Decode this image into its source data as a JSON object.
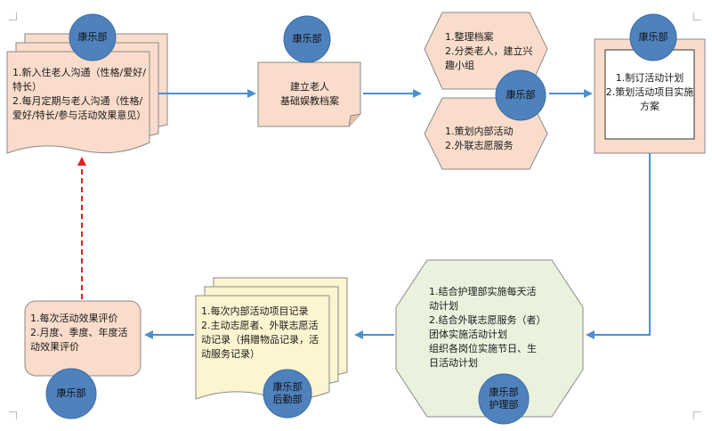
{
  "colors": {
    "peach_fill": "#f9dccb",
    "peach_stroke": "#8a8a8a",
    "green_fill": "#eaf1dd",
    "yellow_fill": "#fdf4d0",
    "circle_fill": "#4f81bd",
    "circle_stroke": "#3a6ea5",
    "arrow_blue": "#4f8fcf",
    "arrow_red": "#e02020"
  },
  "nodes": {
    "intake_doc": {
      "circle_label": "康乐部",
      "text": "1.新入住老人沟通（性格/爱好/\n特长）\n2.每月定期与老人沟通（性格/\n爱好/特长/参与活动效果意见）"
    },
    "archive": {
      "circle_label": "康乐部",
      "text": "建立老人\n基础娱教档案"
    },
    "organize": {
      "text": "1.整理档案\n2.分类老人，建立兴\n趣小组"
    },
    "plan_internal": {
      "circle_label": "康乐部",
      "text": "1.策划内部活动\n2.外联志愿服务"
    },
    "plan": {
      "circle_label": "康乐部",
      "text": "1.制订活动计划\n2.策划活动项目实施\n方案"
    },
    "implement": {
      "circle_label": "康乐部\n护理部",
      "text": "1.结合护理部实施每天活\n动计划\n2.结合外联志愿服务（者）\n团体实施活动计划\n组织各岗位实施节日、生\n日活动计划"
    },
    "records": {
      "circle_label": "康乐部\n后勤部",
      "text": "1.每次内部活动项目记录\n2.主动志愿者、外联志愿活\n动记录（捐赠物品记录，活\n动服务记录）"
    },
    "evaluation": {
      "circle_label": "康乐部",
      "text": "1.每次活动效果评价\n2.月度、季度、年度活\n动效果评价"
    }
  }
}
